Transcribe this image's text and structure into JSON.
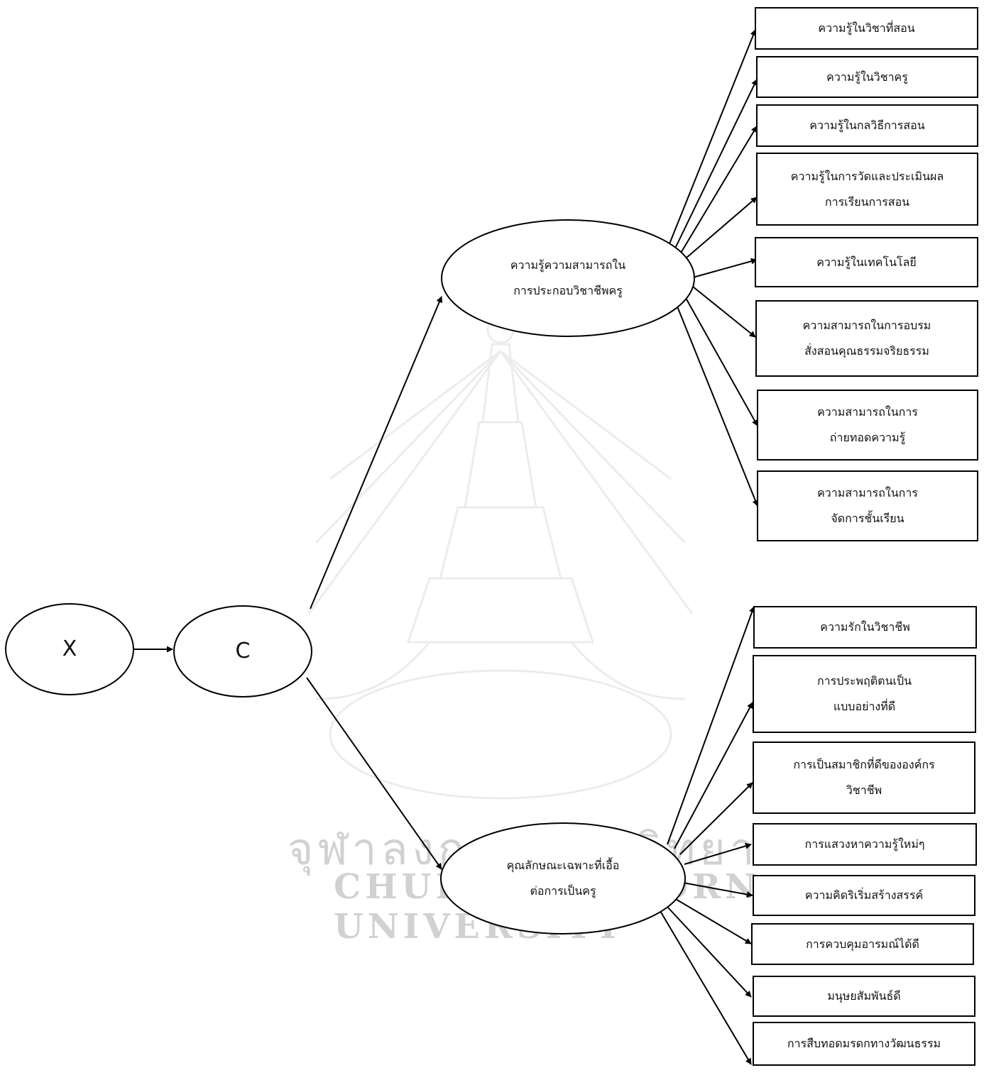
{
  "root": {
    "label": "X"
  },
  "mid": {
    "label": "C"
  },
  "branches": [
    {
      "lines": [
        "ความรู้ความสามารถใน",
        "การประกอบวิชาชีพครู"
      ],
      "items": [
        {
          "lines": [
            "ความรู้ในวิชาที่สอน"
          ]
        },
        {
          "lines": [
            "ความรู้ในวิชาครู"
          ]
        },
        {
          "lines": [
            "ความรู้ในกลวิธีการสอน"
          ]
        },
        {
          "lines": [
            "ความรู้ในการวัดและประเมินผล",
            "การเรียนการสอน"
          ]
        },
        {
          "lines": [
            "ความรู้ในเทคโนโลยี"
          ]
        },
        {
          "lines": [
            "ความสามารถในการอบรม",
            "สั่งสอนคุณธรรมจริยธรรม"
          ]
        },
        {
          "lines": [
            "ความสามารถในการ",
            "ถ่ายทอดความรู้"
          ]
        },
        {
          "lines": [
            "ความสามารถในการ",
            "จัดการชั้นเรียน"
          ]
        }
      ]
    },
    {
      "lines": [
        "คุณลักษณะเฉพาะที่เอื้อ",
        "ต่อการเป็นครู"
      ],
      "items": [
        {
          "lines": [
            "ความรักในวิชาชีพ"
          ]
        },
        {
          "lines": [
            "การประพฤติตนเป็น",
            "แบบอย่างที่ดี"
          ]
        },
        {
          "lines": [
            "การเป็นสมาชิกที่ดีขององค์กร",
            "วิชาชีพ"
          ]
        },
        {
          "lines": [
            "การแสวงหาความรู้ใหม่ๆ"
          ]
        },
        {
          "lines": [
            "ความคิดริเริ่มสร้างสรรค์"
          ]
        },
        {
          "lines": [
            "การควบคุมอารมณ์ได้ดี"
          ]
        },
        {
          "lines": [
            "มนุษยสัมพันธ์ดี"
          ]
        },
        {
          "lines": [
            "การสืบทอดมรดกทางวัฒนธรรม"
          ]
        }
      ]
    }
  ],
  "watermark": {
    "thai": "จุฬาลงกรณ์มหาวิทยาลัย",
    "latin": "CHULALONGKORN UNIVERSITY"
  }
}
